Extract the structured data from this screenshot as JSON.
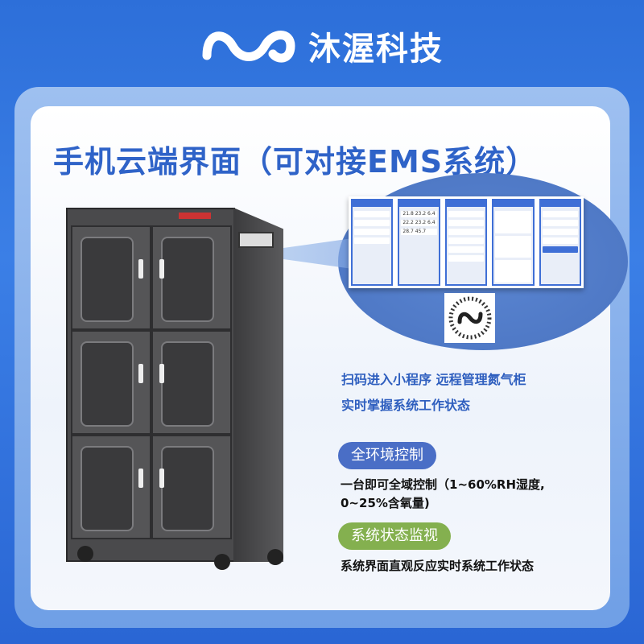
{
  "brand": {
    "name": "沐渥科技",
    "logo": "mw-logo"
  },
  "title": "手机云端界面（可对接EMS系统）",
  "phones": {
    "readings": [
      [
        "21.8",
        "23.2",
        "6.4"
      ],
      [
        "22.2",
        "23.2",
        "6.4"
      ],
      [
        "28.7",
        "45.7"
      ]
    ]
  },
  "description": [
    "扫码进入小程序 远程管理氮气柜",
    "实时掌握系统工作状态"
  ],
  "features": [
    {
      "label": "全环境控制",
      "color": "#4a6ec6",
      "text": [
        "一台即可全域控制（1~60%RH湿度,",
        "0~25%含氧量)"
      ]
    },
    {
      "label": "系统状态监视",
      "color": "#84b04f",
      "text": [
        "系统界面直观反应实时系统工作状态"
      ]
    }
  ]
}
